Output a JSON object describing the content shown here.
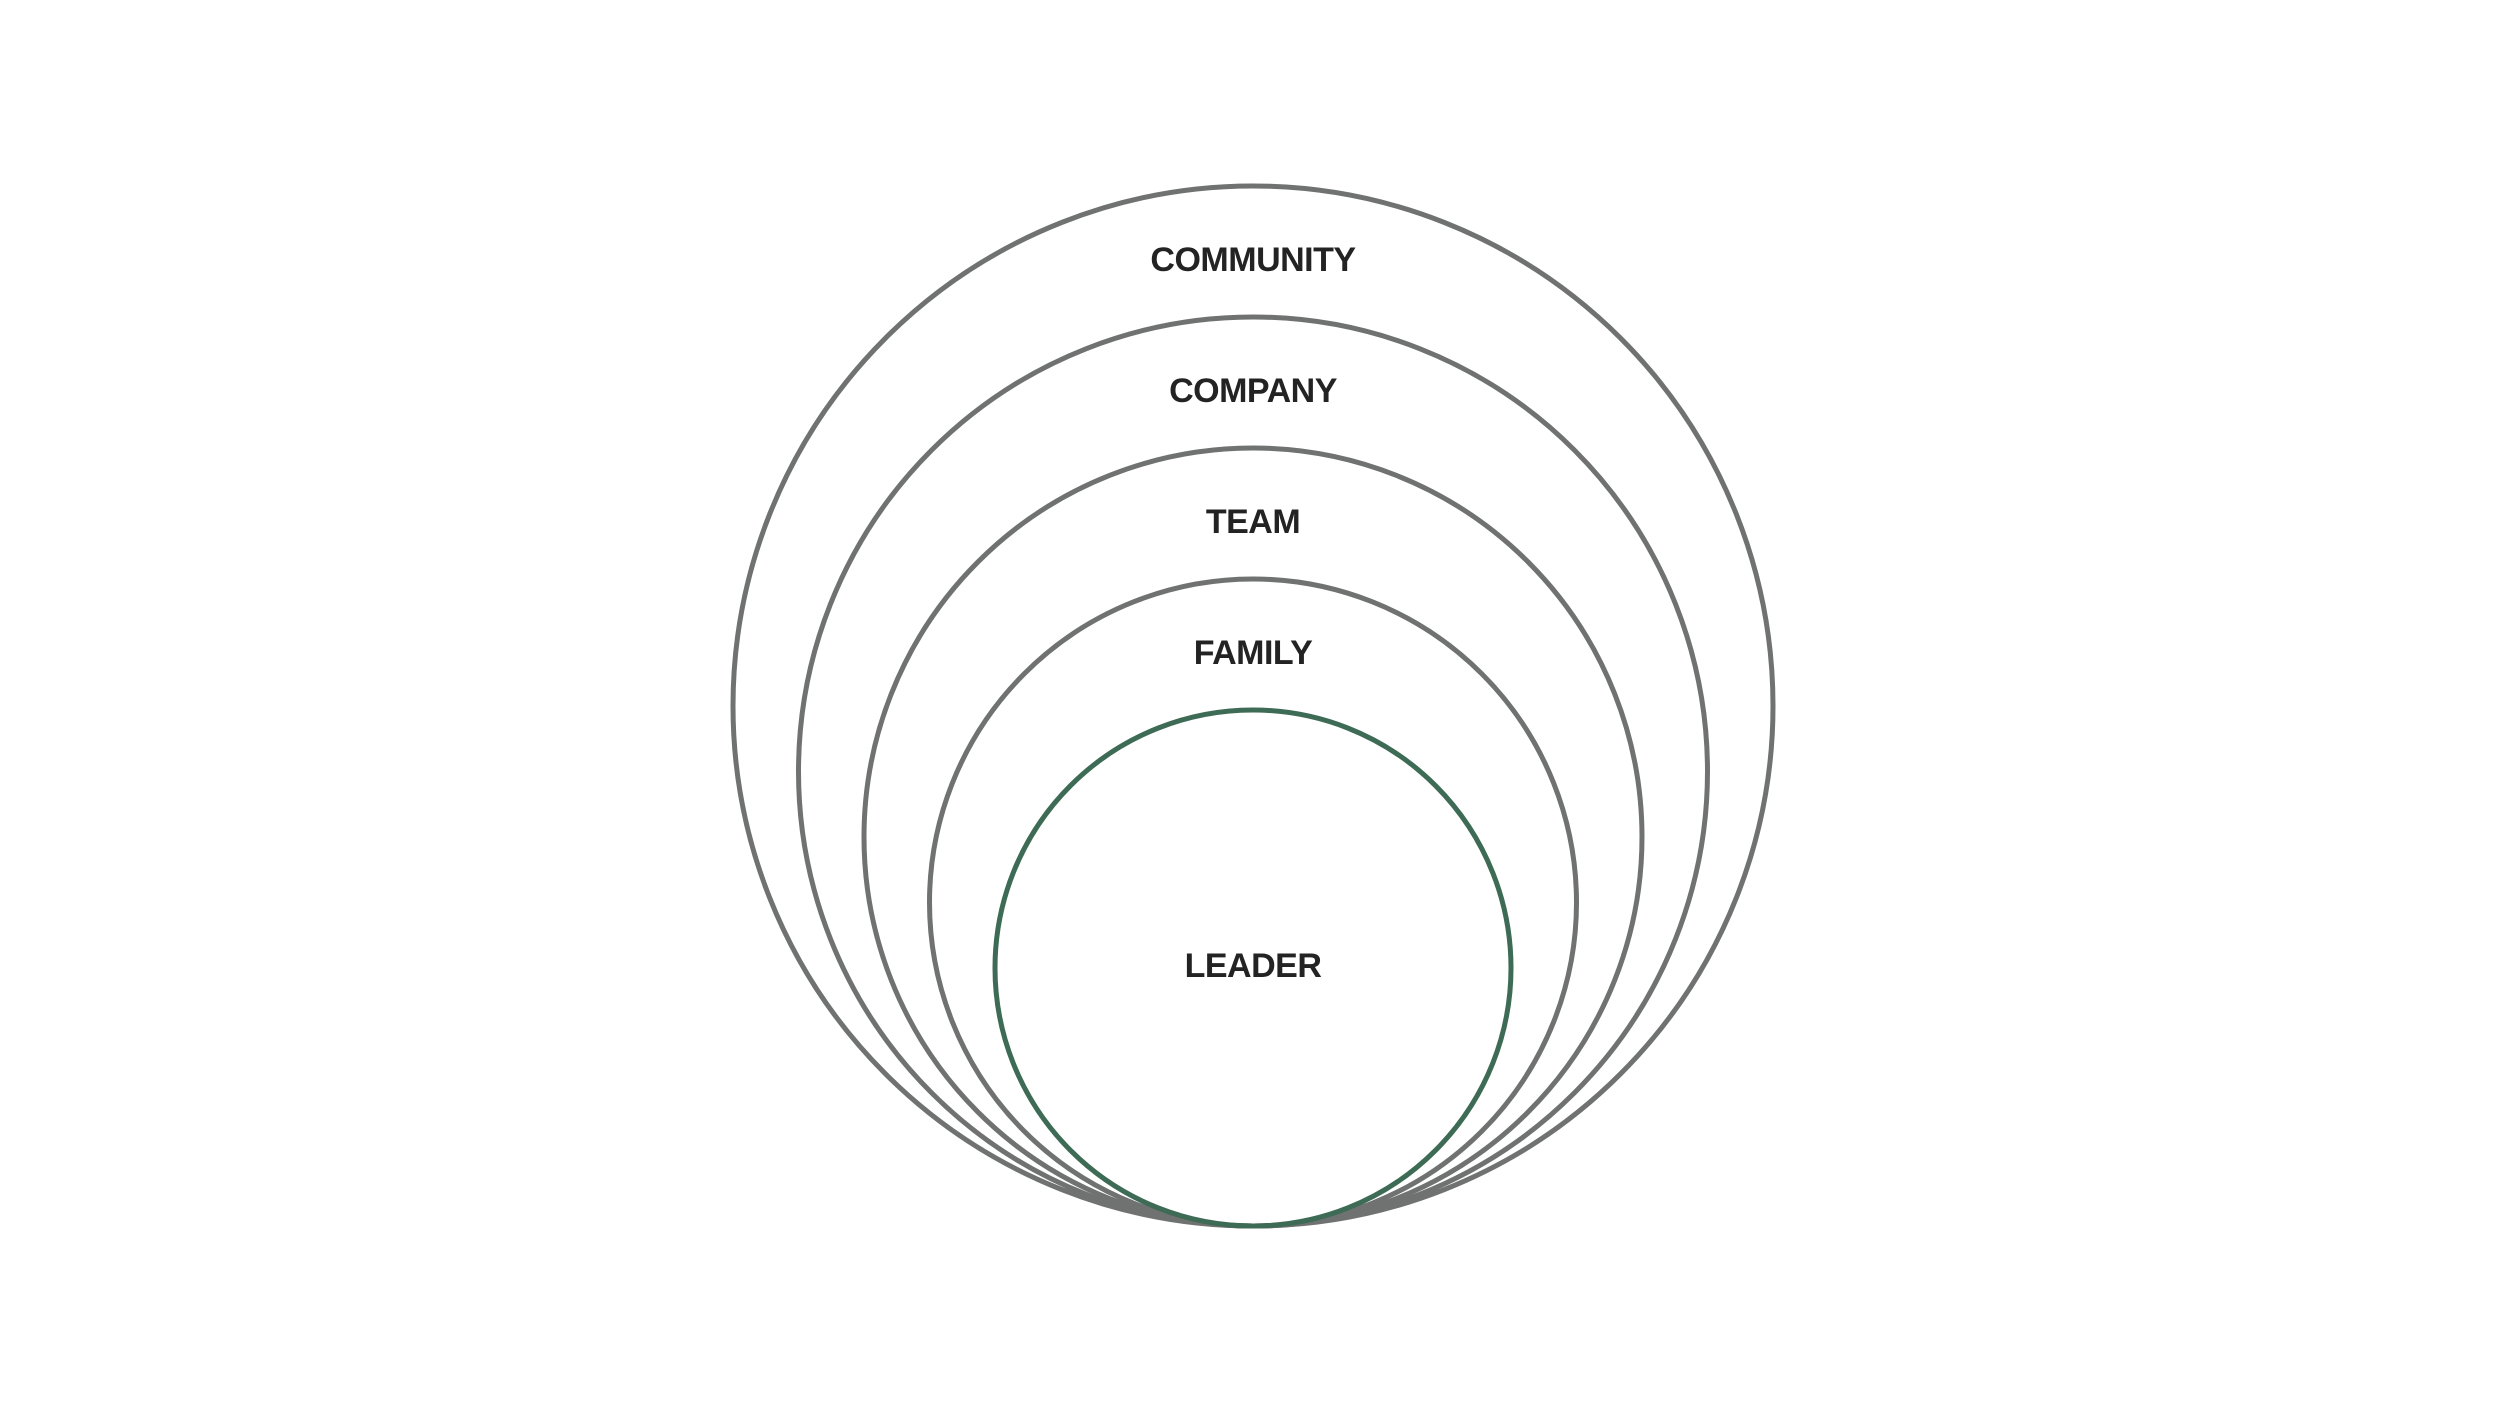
{
  "diagram": {
    "rings": [
      {
        "id": "community",
        "label": "COMMUNITY",
        "color": "#6f7270"
      },
      {
        "id": "company",
        "label": "COMPANY",
        "color": "#6f7270"
      },
      {
        "id": "team",
        "label": "TEAM",
        "color": "#6f7270"
      },
      {
        "id": "family",
        "label": "FAMILY",
        "color": "#6f7270"
      },
      {
        "id": "leader",
        "label": "LEADER",
        "color": "#3d6b55"
      }
    ],
    "label_color": "#232323"
  }
}
